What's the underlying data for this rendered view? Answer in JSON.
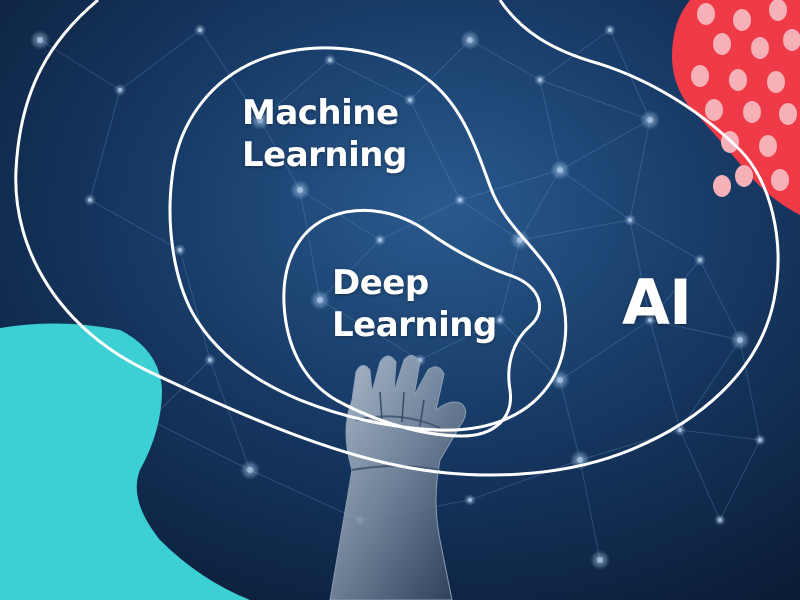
{
  "diagram": {
    "labels": {
      "ai": "AI",
      "machine_learning": [
        "Machine",
        "Learning"
      ],
      "deep_learning": [
        "Deep",
        "Learning"
      ]
    },
    "colors": {
      "background_dark": "#0a1a33",
      "background_mid": "#1b3f6e",
      "network_node": "#8fb8e6",
      "outline": "#ffffff",
      "teal_blob": "#3ccfd3",
      "red_blob": "#ef3b47",
      "red_blob_dots": "#f6b1b8"
    }
  }
}
